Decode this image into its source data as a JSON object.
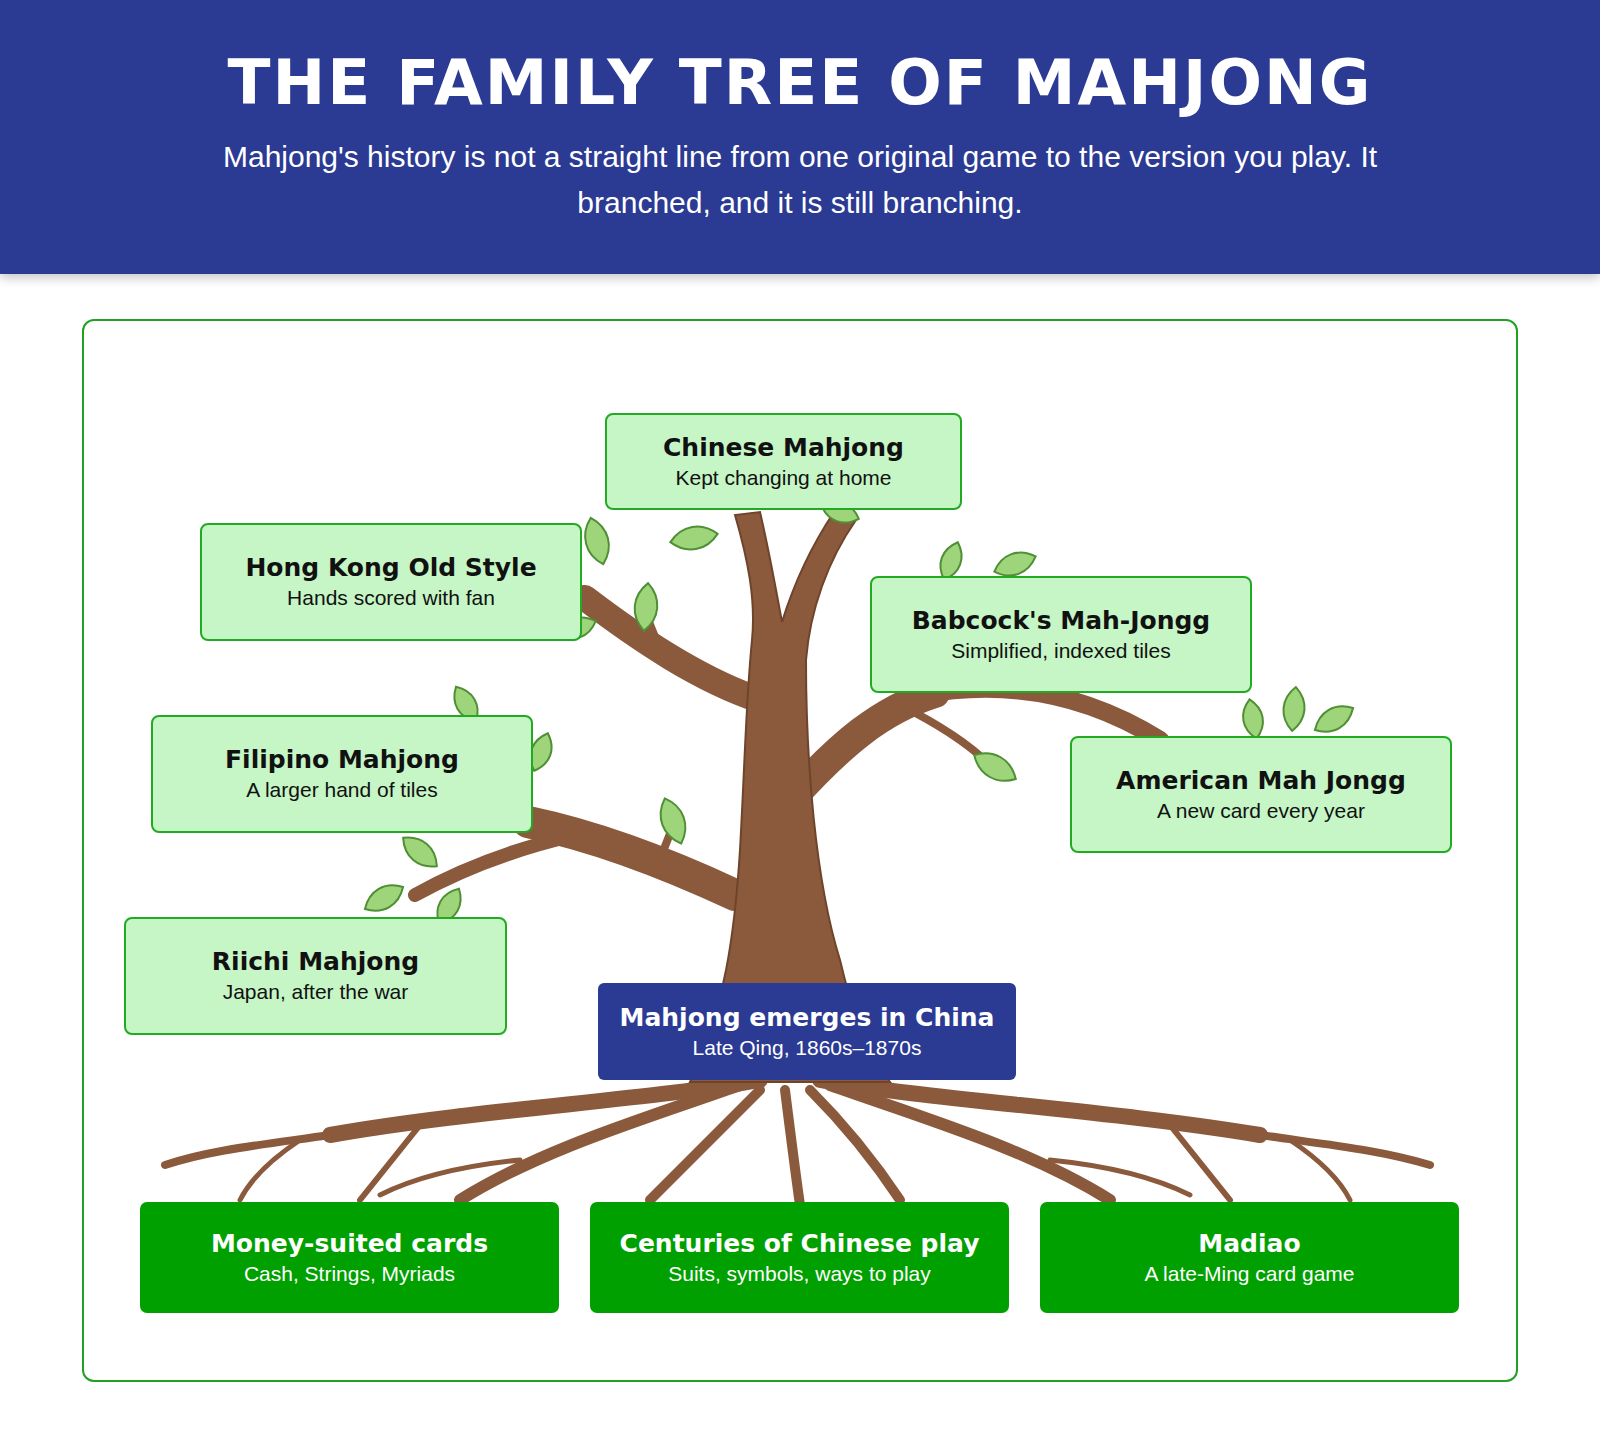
{
  "diagram": {
    "title": "THE FAMILY TREE OF MAHJONG",
    "caption": "Mahjong's history is not a straight line from one original game to the version you play. It branched, and it is still branching.",
    "nodes": [
      {
        "text": [
          "Chinese Mahjong",
          "Kept changing at home"
        ]
      },
      {
        "text": [
          "Hong Kong Old Style",
          "Hands scored with fan"
        ]
      },
      {
        "text": [
          "Babcock's Mah-Jongg",
          "Simplified, indexed tiles"
        ]
      },
      {
        "text": [
          "Filipino Mahjong",
          "A larger hand of tiles"
        ]
      },
      {
        "text": [
          "American Mah Jongg",
          "A new card every year"
        ]
      },
      {
        "text": [
          "Riichi Mahjong",
          "Japan, after the war"
        ]
      },
      {
        "text": [
          "Mahjong emerges in China",
          "Late Qing, 1860s–1870s"
        ]
      },
      {
        "text": [
          "Money-suited cards",
          "Cash, Strings, Myriads"
        ]
      },
      {
        "text": [
          "Centuries of Chinese play",
          "Suits, symbols, ways to play"
        ]
      },
      {
        "text": [
          "Madiao",
          "A late-Ming card game"
        ]
      }
    ]
  }
}
